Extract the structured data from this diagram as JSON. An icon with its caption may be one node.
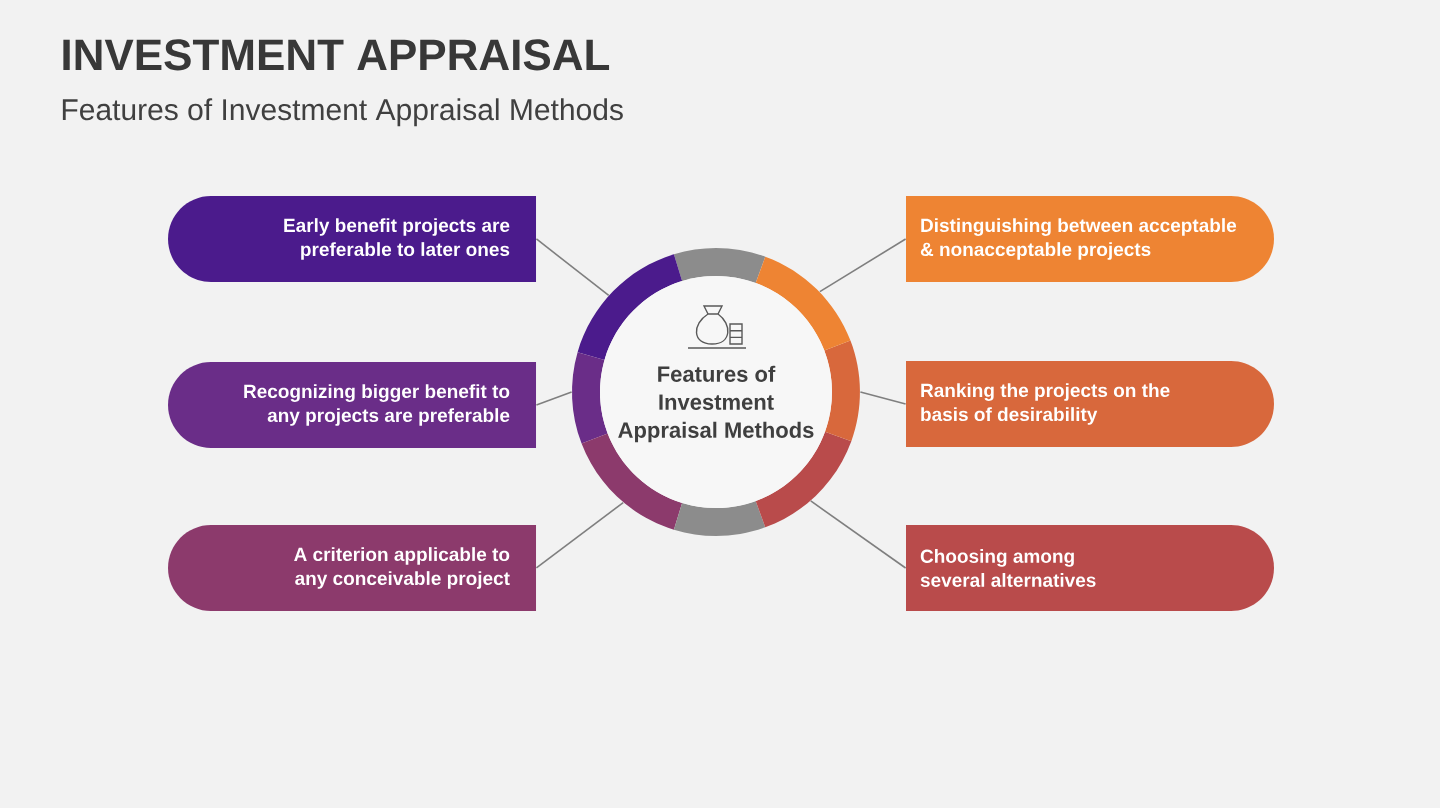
{
  "diagram": {
    "title": "INVESTMENT APPRAISAL",
    "nodes": [
      {
        "text": [
          "Features of Investment Appraisal Methods"
        ]
      },
      {
        "text": [
          "Early benefit projects are preferable to later ones"
        ]
      },
      {
        "text": [
          "Recognizing bigger benefit to any projects are preferable"
        ]
      },
      {
        "text": [
          "A criterion applicable to any conceivable project"
        ]
      },
      {
        "text": [
          "Distinguishing between acceptable & nonacceptable projects"
        ]
      },
      {
        "text": [
          "Ranking the projects on the basis of desirability"
        ]
      },
      {
        "text": [
          "Choosing among several alternatives"
        ]
      }
    ],
    "edges": [
      {
        "from": 0,
        "to": 1,
        "arrow": "none"
      },
      {
        "from": 0,
        "to": 2,
        "arrow": "none"
      },
      {
        "from": 0,
        "to": 3,
        "arrow": "none"
      },
      {
        "from": 0,
        "to": 4,
        "arrow": "none"
      },
      {
        "from": 0,
        "to": 5,
        "arrow": "none"
      },
      {
        "from": 0,
        "to": 6,
        "arrow": "none"
      }
    ],
    "labels": [
      "Features of Investment Appraisal Methods"
    ]
  }
}
